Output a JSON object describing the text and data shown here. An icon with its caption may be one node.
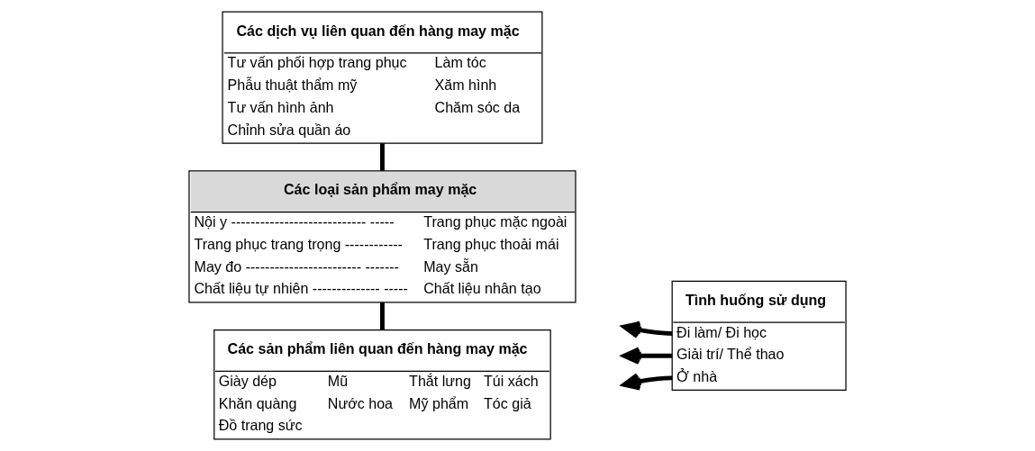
{
  "diagram": {
    "nodes": [
      {
        "text": [
          "Các dịch vụ liên quan đến hàng may mặc",
          "Tư vấn phối hợp trang phục",
          "Làm tóc",
          "Phẫu thuật thẩm mỹ",
          "Xăm hình",
          "Tư vấn hình ảnh",
          "Chăm sóc da",
          "Chỉnh sửa quần áo"
        ]
      },
      {
        "text": [
          "Các loại sản phẩm may mặc",
          "Nội y ---------------------------- -----",
          "Trang phục mặc ngoài",
          "Trang phục trang trọng ------------",
          "Trang phục thoải mái",
          "May đo ------------------------ -------",
          "May sẵn",
          "Chất liệu tự nhiên -------------- -----",
          "Chất liệu nhân tạo"
        ]
      },
      {
        "text": [
          "Các sản phẩm liên quan đến hàng may mặc",
          "Giày dép",
          "Mũ",
          "Thắt lưng",
          "Túi xách",
          "Khăn quàng",
          "Nước hoa",
          "Mỹ phẩm",
          "Tóc giả",
          "Đồ trang sức"
        ]
      },
      {
        "text": [
          "Tình huống sử dụng",
          "Đi làm/ Đi học",
          "Giải trí/ Thể thao",
          "Ở nhà"
        ]
      }
    ],
    "edges": [
      {
        "from": 0,
        "to": 1,
        "arrow": "none"
      },
      {
        "from": 1,
        "to": 2,
        "arrow": "none"
      },
      {
        "from": 3,
        "to": null,
        "arrow": "to"
      },
      {
        "from": 3,
        "to": null,
        "arrow": "to"
      },
      {
        "from": 3,
        "to": null,
        "arrow": "to"
      }
    ]
  }
}
